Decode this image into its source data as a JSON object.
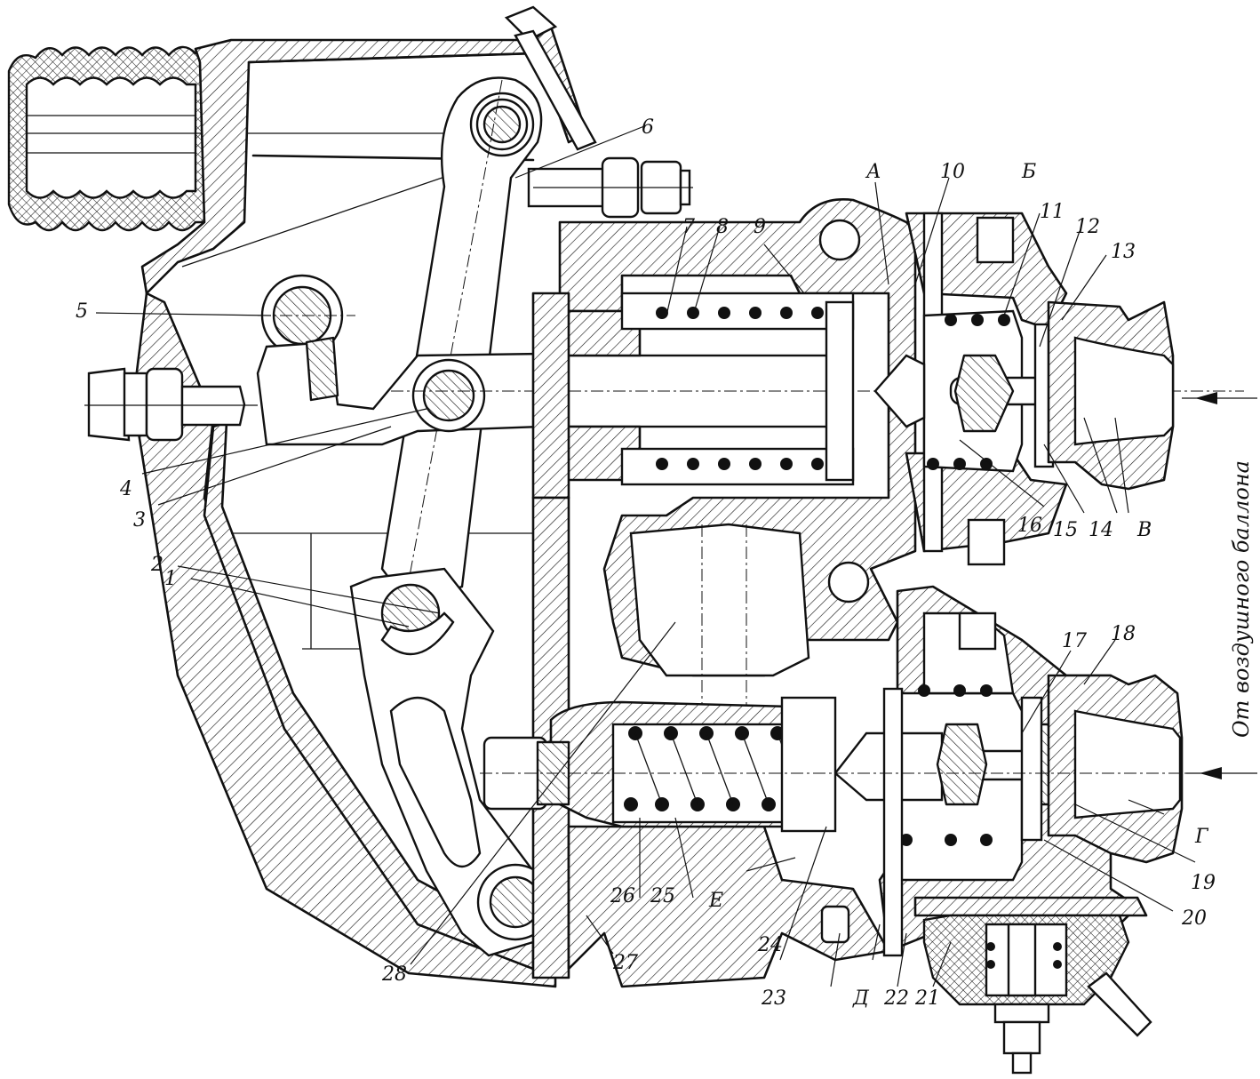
{
  "side_label": "От воздушного баллона",
  "callouts": [
    {
      "id": "1",
      "text": "1"
    },
    {
      "id": "2",
      "text": "2"
    },
    {
      "id": "3",
      "text": "3"
    },
    {
      "id": "4",
      "text": "4"
    },
    {
      "id": "5",
      "text": "5"
    },
    {
      "id": "6",
      "text": "6"
    },
    {
      "id": "7",
      "text": "7"
    },
    {
      "id": "8",
      "text": "8"
    },
    {
      "id": "9",
      "text": "9"
    },
    {
      "id": "10",
      "text": "10"
    },
    {
      "id": "11",
      "text": "11"
    },
    {
      "id": "12",
      "text": "12"
    },
    {
      "id": "13",
      "text": "13"
    },
    {
      "id": "14",
      "text": "14"
    },
    {
      "id": "15",
      "text": "15"
    },
    {
      "id": "16",
      "text": "16"
    },
    {
      "id": "17",
      "text": "17"
    },
    {
      "id": "18",
      "text": "18"
    },
    {
      "id": "19",
      "text": "19"
    },
    {
      "id": "20",
      "text": "20"
    },
    {
      "id": "21",
      "text": "21"
    },
    {
      "id": "22",
      "text": "22"
    },
    {
      "id": "23",
      "text": "23"
    },
    {
      "id": "24",
      "text": "24"
    },
    {
      "id": "25",
      "text": "25"
    },
    {
      "id": "26",
      "text": "26"
    },
    {
      "id": "27",
      "text": "27"
    },
    {
      "id": "28",
      "text": "28"
    },
    {
      "id": "A",
      "text": "А"
    },
    {
      "id": "B",
      "text": "Б"
    },
    {
      "id": "V",
      "text": "В"
    },
    {
      "id": "G",
      "text": "Г"
    },
    {
      "id": "D",
      "text": "Д"
    },
    {
      "id": "E",
      "text": "Е"
    }
  ]
}
